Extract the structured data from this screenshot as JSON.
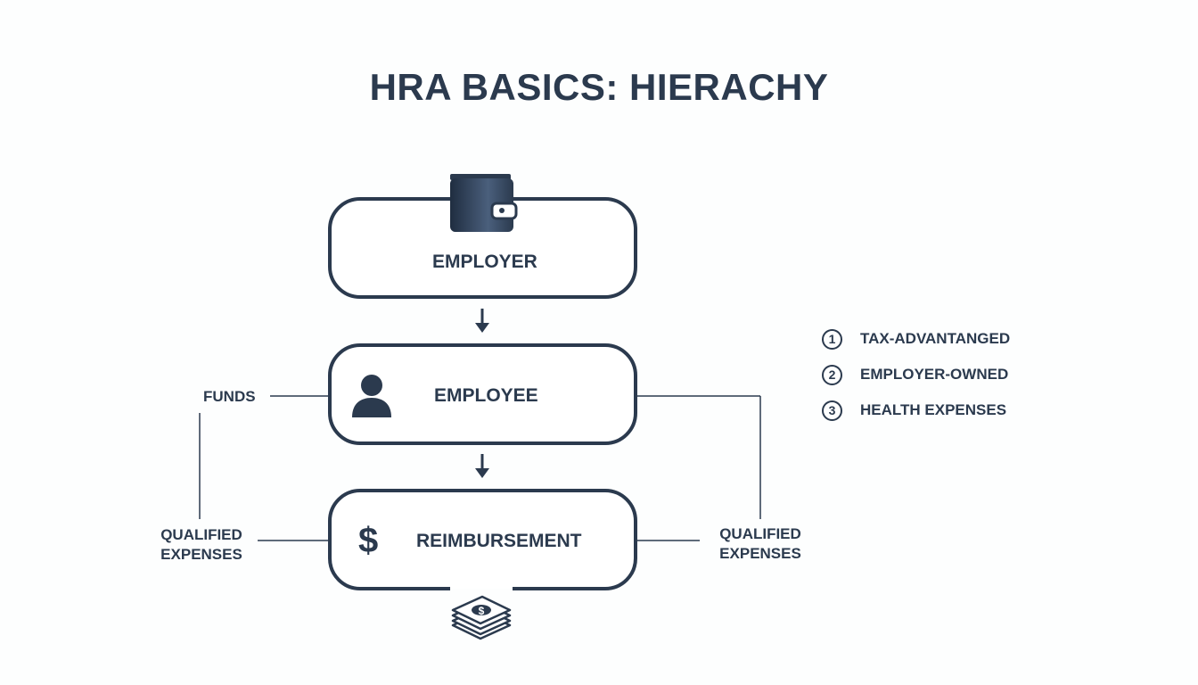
{
  "title": "HRA BASICS: HIERACHY",
  "nodes": [
    {
      "label": "EMPLOYER",
      "icon": "wallet-icon"
    },
    {
      "label": "EMPLOYEE",
      "icon": "person-icon"
    },
    {
      "label": "REIMBURSEMENT",
      "icon": "dollar-icon"
    }
  ],
  "side_labels": {
    "funds": "FUNDS",
    "qualified_left": [
      "QUALIFIED",
      "EXPENSES"
    ],
    "qualified_right": [
      "QUALIFIED",
      "EXPENSES"
    ]
  },
  "features": [
    {
      "num": "1",
      "text": "TAX-ADVANTANGED"
    },
    {
      "num": "2",
      "text": "EMPLOYER-OWNED"
    },
    {
      "num": "3",
      "text": "HEALTH EXPENSES"
    }
  ],
  "bottom_icon": "money-stack-icon",
  "colors": {
    "primary": "#2b3a4e",
    "background": "#fdfefe"
  }
}
